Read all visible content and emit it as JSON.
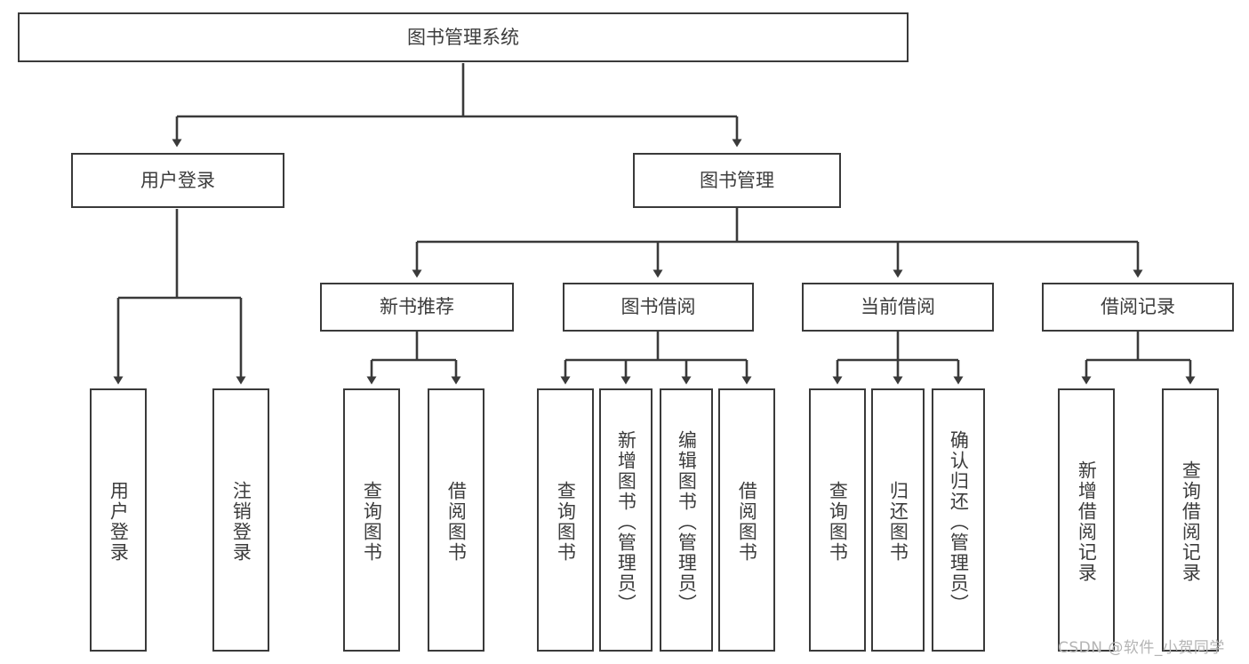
{
  "diagram": {
    "type": "tree-hierarchy",
    "title": "图书管理系统",
    "root": {
      "id": "root",
      "label": "图书管理系统"
    },
    "level2": [
      {
        "id": "user-login",
        "label": "用户登录"
      },
      {
        "id": "book-manage",
        "label": "图书管理"
      }
    ],
    "level3": [
      {
        "id": "new-book-recommend",
        "label": "新书推荐",
        "parent": "book-manage"
      },
      {
        "id": "book-borrow",
        "label": "图书借阅",
        "parent": "book-manage"
      },
      {
        "id": "current-borrow",
        "label": "当前借阅",
        "parent": "book-manage"
      },
      {
        "id": "borrow-record",
        "label": "借阅记录",
        "parent": "book-manage"
      }
    ],
    "leaves": [
      {
        "id": "leaf-user-login",
        "label": "用户登录",
        "parent": "user-login"
      },
      {
        "id": "leaf-logout",
        "label": "注销登录",
        "parent": "user-login"
      },
      {
        "id": "leaf-query-book-1",
        "label": "查询图书",
        "parent": "new-book-recommend"
      },
      {
        "id": "leaf-borrow-book-1",
        "label": "借阅图书",
        "parent": "new-book-recommend"
      },
      {
        "id": "leaf-query-book-2",
        "label": "查询图书",
        "parent": "book-borrow"
      },
      {
        "id": "leaf-add-book",
        "label": "新增图书（管理员）",
        "parent": "book-borrow"
      },
      {
        "id": "leaf-edit-book",
        "label": "编辑图书（管理员）",
        "parent": "book-borrow"
      },
      {
        "id": "leaf-borrow-book-2",
        "label": "借阅图书",
        "parent": "book-borrow"
      },
      {
        "id": "leaf-query-book-3",
        "label": "查询图书",
        "parent": "current-borrow"
      },
      {
        "id": "leaf-return-book",
        "label": "归还图书",
        "parent": "current-borrow"
      },
      {
        "id": "leaf-confirm-return",
        "label": "确认归还（管理员）",
        "parent": "current-borrow"
      },
      {
        "id": "leaf-add-record",
        "label": "新增借阅记录",
        "parent": "borrow-record"
      },
      {
        "id": "leaf-query-record",
        "label": "查询借阅记录",
        "parent": "borrow-record"
      }
    ],
    "colors": {
      "stroke": "#3a3a3a",
      "fill": "#ffffff",
      "text": "#3c3c3c",
      "watermark": "#b4b4b4"
    }
  },
  "watermark": {
    "text": "CSDN @软件_小贺同学"
  }
}
